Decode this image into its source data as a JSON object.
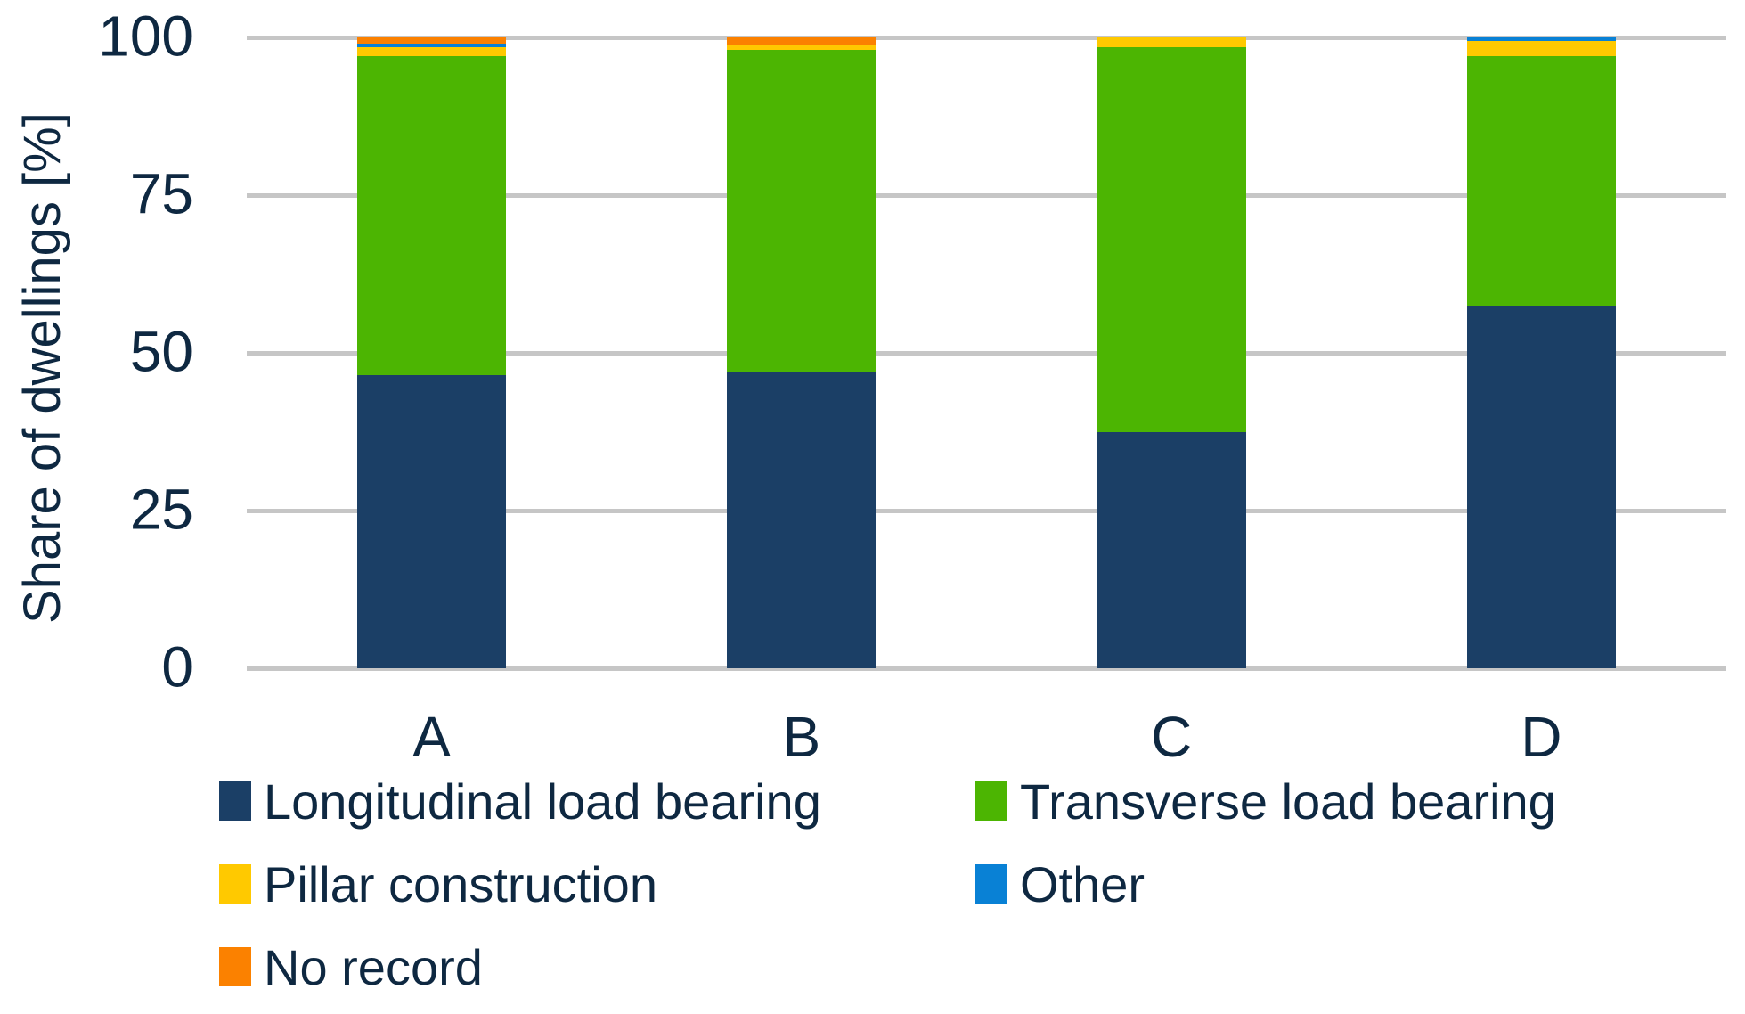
{
  "chart_data": {
    "type": "bar",
    "stacked": true,
    "orientation": "vertical",
    "ylabel": "Share of dwellings [%]",
    "xlabel": "",
    "categories": [
      "A",
      "B",
      "C",
      "D"
    ],
    "series": [
      {
        "name": "Longitudinal load bearing",
        "color": "#1B3F66",
        "values": [
          46.5,
          47.0,
          37.5,
          57.5
        ]
      },
      {
        "name": "Transverse load bearing",
        "color": "#4CB502",
        "values": [
          50.5,
          51.0,
          61.0,
          39.5
        ]
      },
      {
        "name": "Pillar construction",
        "color": "#FFC900",
        "values": [
          1.5,
          0.7,
          1.5,
          2.4
        ]
      },
      {
        "name": "Other",
        "color": "#0981D5",
        "values": [
          0.5,
          0.0,
          0.0,
          0.6
        ]
      },
      {
        "name": "No record",
        "color": "#FB8100",
        "values": [
          1.0,
          1.3,
          0.0,
          0.0
        ]
      }
    ],
    "y_ticks": [
      0,
      25,
      50,
      75,
      100
    ],
    "ylim": [
      0,
      100
    ],
    "grid": true,
    "legend_position": "bottom",
    "bar_width_fraction": 0.402
  },
  "colors": {
    "text": "#0E2841",
    "gridline": "#C6C6C6",
    "background": "#FFFFFF"
  }
}
